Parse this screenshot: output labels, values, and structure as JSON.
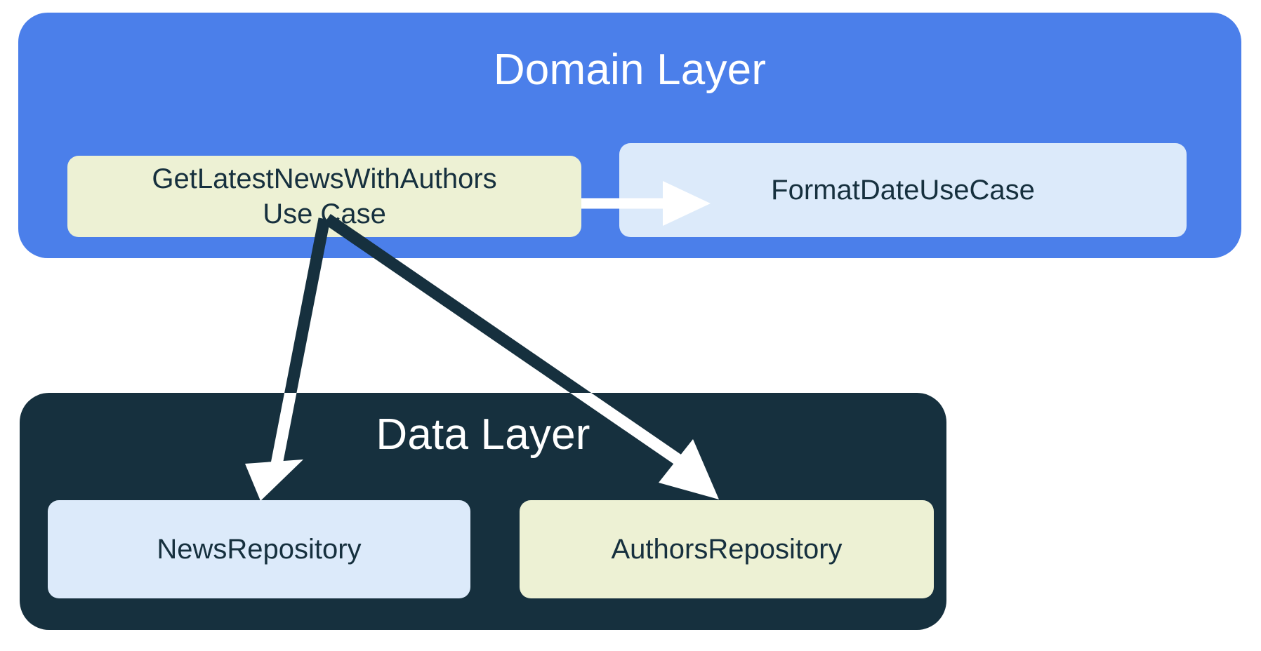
{
  "diagram": {
    "title": "Clean Architecture layers: Domain Layer and Data Layer",
    "background_color": "#FFFFFF"
  },
  "layers": [
    {
      "id": "domain",
      "title": "Domain Layer",
      "color": "#4B7FEA",
      "title_color": "#FFFFFF",
      "nodes": [
        {
          "id": "get-latest-news-with-authors-use-case",
          "label_line1": "GetLatestNewsWithAuthors",
          "label_line2": "Use Case",
          "color": "#EDF1D4",
          "text_color": "#16303E"
        },
        {
          "id": "format-date-use-case",
          "label": "FormatDateUseCase",
          "color": "#DCEAFA",
          "text_color": "#16303E"
        }
      ]
    },
    {
      "id": "data",
      "title": "Data Layer",
      "color": "#16303E",
      "title_color": "#FFFFFF",
      "nodes": [
        {
          "id": "news-repository",
          "label": "NewsRepository",
          "color": "#DCEAFA",
          "text_color": "#16303E"
        },
        {
          "id": "authors-repository",
          "label": "AuthorsRepository",
          "color": "#EDF1D4",
          "text_color": "#16303E"
        }
      ]
    }
  ],
  "connections": [
    {
      "id": "usecase-to-formatdate",
      "from": "get-latest-news-with-authors-use-case",
      "to": "format-date-use-case",
      "style": "solid-arrow",
      "color": "#FFFFFF"
    },
    {
      "id": "usecase-to-newsrepository",
      "from": "get-latest-news-with-authors-use-case",
      "to": "news-repository",
      "style": "solid-arrow",
      "color_over_light": "#16303E",
      "color_over_dark": "#FFFFFF"
    },
    {
      "id": "usecase-to-authorsrepository",
      "from": "get-latest-news-with-authors-use-case",
      "to": "authors-repository",
      "style": "solid-arrow",
      "color_over_light": "#16303E",
      "color_over_dark": "#FFFFFF"
    }
  ]
}
